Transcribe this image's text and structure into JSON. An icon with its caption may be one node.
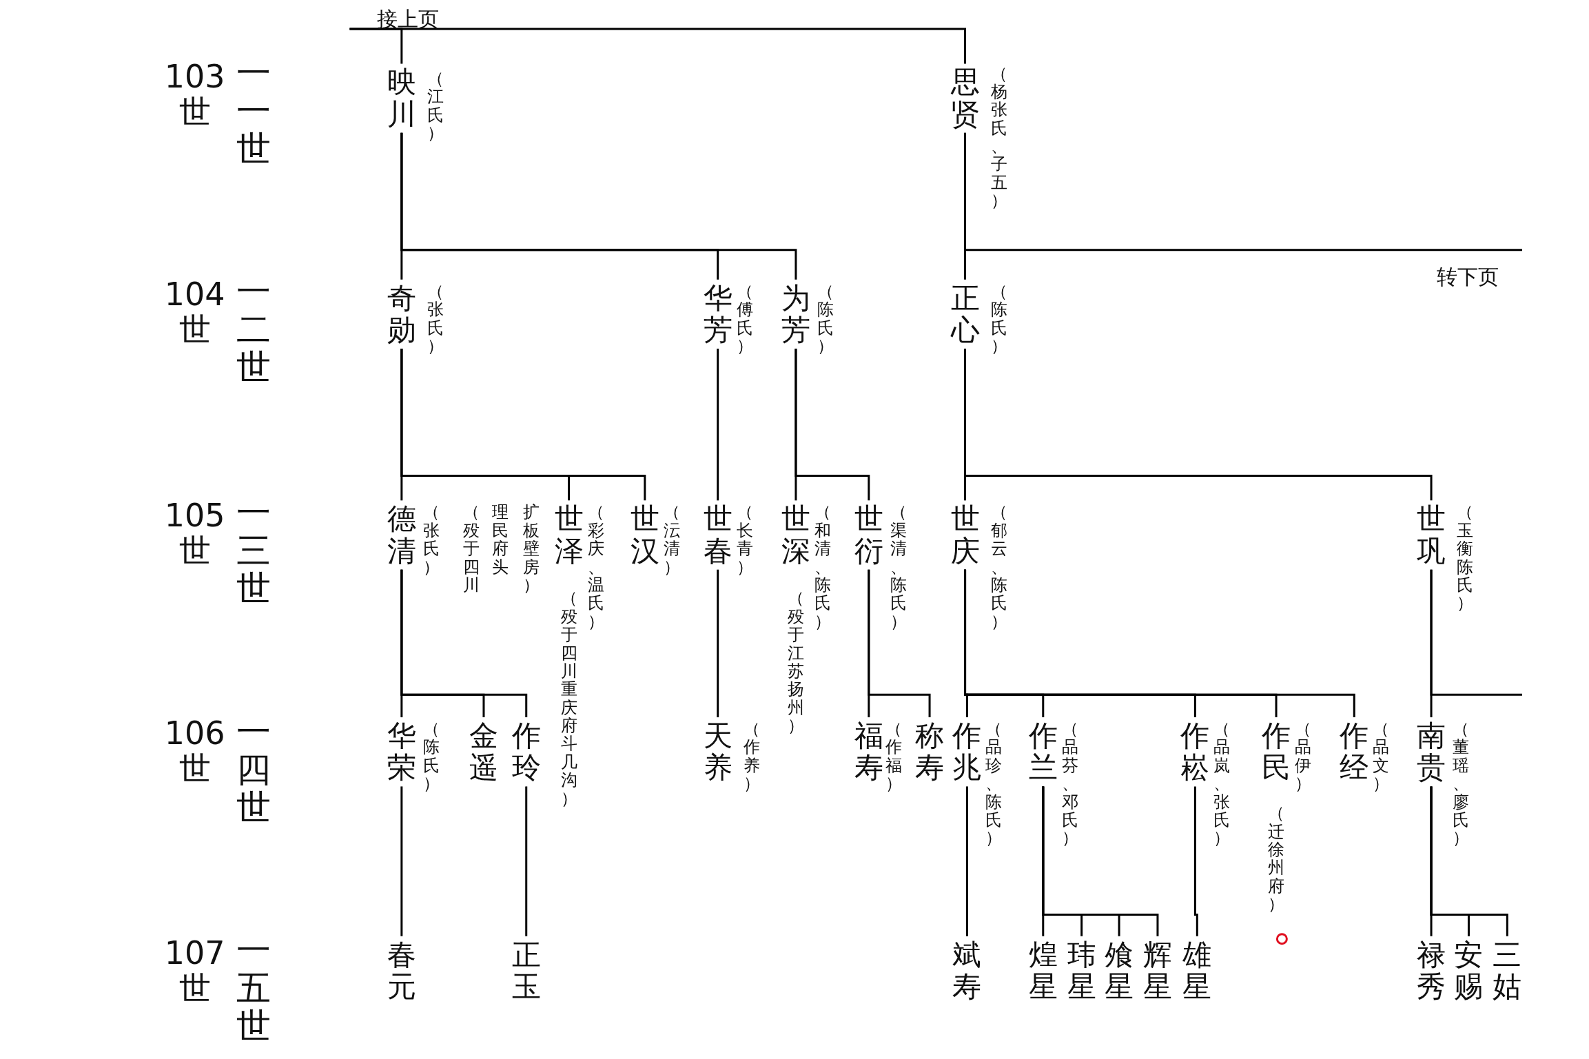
{
  "diagram": {
    "nodes": [
      {
        "text": [
          "映川"
        ],
        "beside": [
          "（江氏）"
        ]
      },
      {
        "text": [
          "思贤"
        ],
        "beside": [
          "（杨张氏、子五）"
        ]
      },
      {
        "text": [
          "奇勋"
        ],
        "beside": [
          "（张氏）"
        ]
      },
      {
        "text": [
          "华芳"
        ],
        "beside": [
          "（傅氏）"
        ]
      },
      {
        "text": [
          "为芳"
        ],
        "beside": [
          "（陈氏）"
        ]
      },
      {
        "text": [
          "正心"
        ],
        "beside": [
          "（陈氏）"
        ]
      },
      {
        "text": [
          "德清"
        ],
        "beside": [
          "（张氏）",
          "（殁于四川",
          "理民府头",
          "扩板壁房）"
        ]
      },
      {
        "text": [
          "世泽"
        ],
        "beside": [
          "（殁于四川重庆府斗几沟）",
          "（彩庆、温氏）"
        ]
      },
      {
        "text": [
          "世汉"
        ],
        "beside": [
          "（沄清）"
        ]
      },
      {
        "text": [
          "世春"
        ],
        "beside": [
          "（长青）"
        ]
      },
      {
        "text": [
          "世深"
        ],
        "beside": [
          "（殁于江苏扬州）",
          "（和清、陈氏）"
        ]
      },
      {
        "text": [
          "世衍"
        ],
        "beside": [
          "（渠清、陈氏）"
        ]
      },
      {
        "text": [
          "世庆"
        ],
        "beside": [
          "（郁云、陈氏）"
        ]
      },
      {
        "text": [
          "世巩"
        ],
        "beside": [
          "（玉衡陈氏）"
        ]
      },
      {
        "text": [
          "华荣"
        ],
        "beside": [
          "（陈氏）"
        ]
      },
      {
        "text": [
          "金遥"
        ]
      },
      {
        "text": [
          "作玲"
        ]
      },
      {
        "text": [
          "天养"
        ],
        "beside": [
          "（作养）"
        ]
      },
      {
        "text": [
          "福寿"
        ],
        "beside": [
          "（作福）"
        ]
      },
      {
        "text": [
          "称寿"
        ]
      },
      {
        "text": [
          "作兆"
        ],
        "beside": [
          "（品珍、陈氏）"
        ]
      },
      {
        "text": [
          "作兰"
        ],
        "beside": [
          "（品芬、邓氏）"
        ]
      },
      {
        "text": [
          "作崧"
        ],
        "beside": [
          "（品岚、张氏）"
        ]
      },
      {
        "text": [
          "作民"
        ],
        "beside": [
          "（迁徐州府）",
          "（品伊）"
        ]
      },
      {
        "text": [
          "作经"
        ],
        "beside": [
          "（品文）"
        ]
      },
      {
        "text": [
          "南贵"
        ],
        "beside": [
          "（董瑶、廖氏）"
        ]
      },
      {
        "text": [
          "春元"
        ]
      },
      {
        "text": [
          "正玉"
        ]
      },
      {
        "text": [
          "斌寿"
        ]
      },
      {
        "text": [
          "煌星"
        ]
      },
      {
        "text": [
          "玮星"
        ]
      },
      {
        "text": [
          "飧星"
        ]
      },
      {
        "text": [
          "辉星"
        ]
      },
      {
        "text": [
          "雄星"
        ]
      },
      {
        "text": [
          "禄秀"
        ]
      },
      {
        "text": [
          "安赐"
        ]
      },
      {
        "text": [
          "三姑"
        ]
      }
    ],
    "edges": [
      {
        "from": null,
        "to": 0,
        "arrow": "none"
      },
      {
        "from": null,
        "to": 1,
        "arrow": "none"
      },
      {
        "from": 1,
        "to": null,
        "arrow": "none"
      },
      {
        "from": 0,
        "to": 2,
        "arrow": "none"
      },
      {
        "from": 0,
        "to": 3,
        "arrow": "none"
      },
      {
        "from": 0,
        "to": 4,
        "arrow": "none"
      },
      {
        "from": 1,
        "to": 5,
        "arrow": "none"
      },
      {
        "from": 2,
        "to": 6,
        "arrow": "none"
      },
      {
        "from": 2,
        "to": 7,
        "arrow": "none"
      },
      {
        "from": 2,
        "to": 8,
        "arrow": "none"
      },
      {
        "from": 3,
        "to": 9,
        "arrow": "none"
      },
      {
        "from": 4,
        "to": 10,
        "arrow": "none"
      },
      {
        "from": 4,
        "to": 11,
        "arrow": "none"
      },
      {
        "from": 5,
        "to": 12,
        "arrow": "none"
      },
      {
        "from": 5,
        "to": 13,
        "arrow": "none"
      },
      {
        "from": 6,
        "to": 14,
        "arrow": "none"
      },
      {
        "from": 6,
        "to": 15,
        "arrow": "none"
      },
      {
        "from": 6,
        "to": 16,
        "arrow": "none"
      },
      {
        "from": 9,
        "to": 17,
        "arrow": "none"
      },
      {
        "from": 11,
        "to": 18,
        "arrow": "none"
      },
      {
        "from": 11,
        "to": 19,
        "arrow": "none"
      },
      {
        "from": 12,
        "to": 20,
        "arrow": "none"
      },
      {
        "from": 12,
        "to": 21,
        "arrow": "none"
      },
      {
        "from": 12,
        "to": 22,
        "arrow": "none"
      },
      {
        "from": 12,
        "to": 23,
        "arrow": "none"
      },
      {
        "from": 12,
        "to": 24,
        "arrow": "none"
      },
      {
        "from": 13,
        "to": 25,
        "arrow": "none"
      },
      {
        "from": 13,
        "to": null,
        "arrow": "none"
      },
      {
        "from": 14,
        "to": 26,
        "arrow": "none"
      },
      {
        "from": 16,
        "to": 27,
        "arrow": "none"
      },
      {
        "from": 20,
        "to": 28,
        "arrow": "none"
      },
      {
        "from": 21,
        "to": 29,
        "arrow": "none"
      },
      {
        "from": 21,
        "to": 30,
        "arrow": "none"
      },
      {
        "from": 21,
        "to": 31,
        "arrow": "none"
      },
      {
        "from": 21,
        "to": 32,
        "arrow": "none"
      },
      {
        "from": 22,
        "to": 33,
        "arrow": "none"
      },
      {
        "from": 25,
        "to": 34,
        "arrow": "none"
      },
      {
        "from": 25,
        "to": 35,
        "arrow": "none"
      },
      {
        "from": 25,
        "to": 36,
        "arrow": "none"
      }
    ],
    "labels": [
      "接上页",
      "103世",
      "一一世",
      "转下页",
      "104世",
      "一二世",
      "105世",
      "一三世",
      "106世",
      "一四世",
      "107世",
      "一五世"
    ]
  }
}
